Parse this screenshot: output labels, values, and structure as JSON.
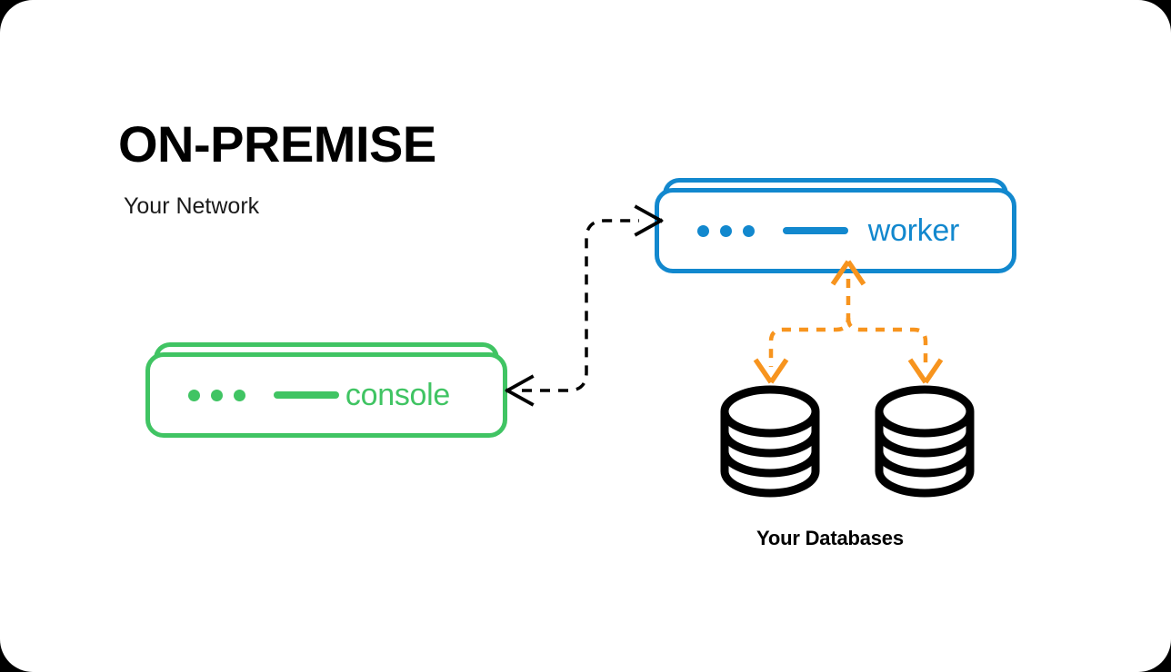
{
  "diagram": {
    "title": "ON-PREMISE",
    "subtitle": "Your Network",
    "database_caption": "Your Databases",
    "colors": {
      "worker_blue": "#1288CE",
      "console_green": "#40C463",
      "arrow_black": "#000000",
      "arrow_orange": "#F7941E",
      "background": "#FFFFFF",
      "text_black": "#000000"
    },
    "nodes": [
      {
        "id": "worker",
        "label": "worker",
        "color": "#1288CE",
        "type": "server-box",
        "decor": {
          "dots": 3,
          "dash": true
        }
      },
      {
        "id": "console",
        "label": "console",
        "color": "#40C463",
        "type": "server-box",
        "decor": {
          "dots": 3,
          "dash": true
        }
      }
    ],
    "databases": [
      {
        "id": "database-1",
        "icon": "database-cylinder-icon"
      },
      {
        "id": "database-2",
        "icon": "database-cylinder-icon"
      }
    ],
    "connectors": [
      {
        "id": "console-worker-link",
        "from": "console",
        "to": "worker",
        "style": "dashed",
        "color": "#000000",
        "arrows": "both"
      },
      {
        "id": "worker-databases-link",
        "from": "databases",
        "to": "worker",
        "style": "dashed",
        "color": "#F7941E",
        "arrows": "both"
      }
    ]
  }
}
